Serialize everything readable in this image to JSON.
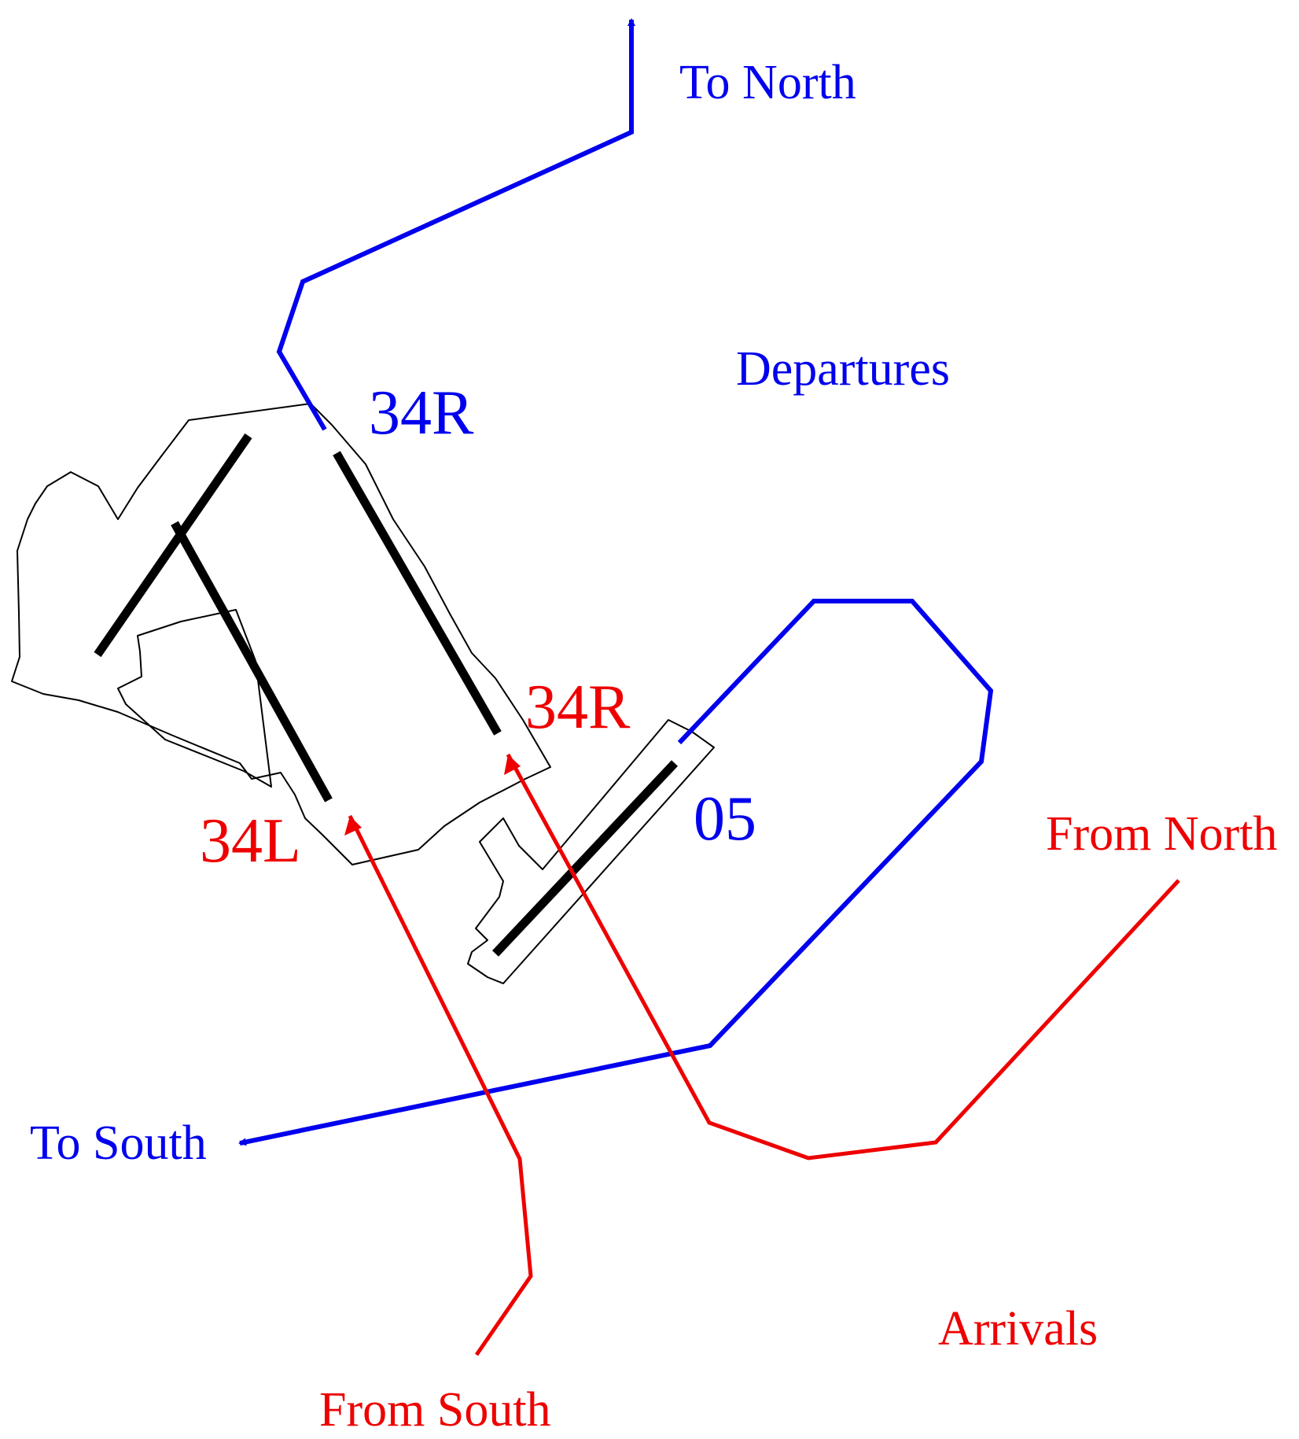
{
  "colors": {
    "departures": "#0000ee",
    "arrivals": "#ee0000",
    "airfield": "#000000",
    "background": "#ffffff"
  },
  "labels": {
    "to_north": "To North",
    "departures": "Departures",
    "runway_34r_departure": "34R",
    "runway_34r_arrival": "34R",
    "runway_34l_arrival": "34L",
    "runway_05_departure": "05",
    "from_north": "From North",
    "to_south": "To South",
    "arrivals": "Arrivals",
    "from_south": "From South"
  }
}
